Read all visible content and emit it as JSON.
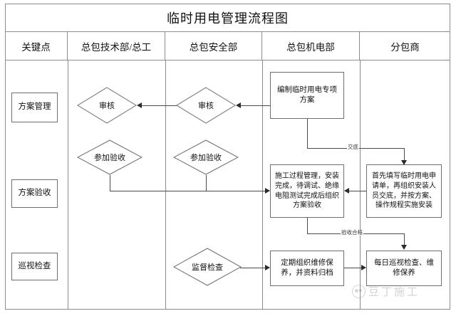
{
  "chart_data": {
    "type": "diagram",
    "title": "临时用电管理流程图",
    "lanes": [
      "关键点",
      "总包技术部/总工",
      "总包安全部",
      "总包机电部",
      "分包商"
    ],
    "nodes": [
      {
        "id": "kp1",
        "lane": "关键点",
        "shape": "rect",
        "label": "方案管理"
      },
      {
        "id": "kp2",
        "lane": "关键点",
        "shape": "rect",
        "label": "方案验收"
      },
      {
        "id": "kp3",
        "lane": "关键点",
        "shape": "rect",
        "label": "巡视检查"
      },
      {
        "id": "d1",
        "lane": "总包技术部/总工",
        "shape": "diamond",
        "label": "审核"
      },
      {
        "id": "d2",
        "lane": "总包技术部/总工",
        "shape": "diamond",
        "label": "参加验收"
      },
      {
        "id": "d3",
        "lane": "总包安全部",
        "shape": "diamond",
        "label": "审核"
      },
      {
        "id": "d4",
        "lane": "总包安全部",
        "shape": "diamond",
        "label": "参加验收"
      },
      {
        "id": "d5",
        "lane": "总包安全部",
        "shape": "diamond",
        "label": "监督检查"
      },
      {
        "id": "p1",
        "lane": "总包机电部",
        "shape": "rect",
        "label": "编制临时用电专项方案"
      },
      {
        "id": "p2",
        "lane": "总包机电部",
        "shape": "rect",
        "label": "施工过程管理，安装完成，待调试、绝缘电阻测试完成后组织方案验收"
      },
      {
        "id": "p3",
        "lane": "总包机电部",
        "shape": "rect",
        "label": "定期组织维修保养，并资料归档"
      },
      {
        "id": "s1",
        "lane": "分包商",
        "shape": "rect",
        "label": "首先填写临时用电申请单，再组织安装人员交底，并按方案、操作规程实施安装"
      },
      {
        "id": "s2",
        "lane": "分包商",
        "shape": "rect",
        "label": "每日巡视检查、维修保养"
      }
    ],
    "edges": [
      {
        "from": "p1",
        "to": "d3",
        "label": ""
      },
      {
        "from": "d3",
        "to": "d1",
        "label": ""
      },
      {
        "from": "p1",
        "to": "s1",
        "label": "交底"
      },
      {
        "from": "d2",
        "to": "p2",
        "label": ""
      },
      {
        "from": "d4",
        "to": "p2",
        "label": ""
      },
      {
        "from": "s1",
        "to": "p2",
        "label": ""
      },
      {
        "from": "p2",
        "to": "s2",
        "label": "验收合格"
      },
      {
        "from": "d5",
        "to": "p3",
        "label": ""
      },
      {
        "from": "p3",
        "to": "s2",
        "label": ""
      }
    ]
  },
  "title": "临时用电管理流程图",
  "header": {
    "col1": "关键点",
    "col2": "总包技术部/总工",
    "col3": "总包安全部",
    "col4": "总包机电部",
    "col5": "分包商"
  },
  "keypoints": {
    "plan_management": "方案管理",
    "plan_acceptance": "方案验收",
    "patrol_inspection": "巡视检查"
  },
  "tech": {
    "review": "审核",
    "join_acceptance": "参加验收"
  },
  "safety": {
    "review": "审核",
    "join_acceptance": "参加验收",
    "supervise_inspect": "监督检查"
  },
  "mech": {
    "make_plan": "编制临时用电专项方案",
    "construction_manage": "施工过程管理，安装完成，待调试、绝缘电阻测试完成后组织方案验收",
    "maintenance": "定期组织维修保养，并资料归档"
  },
  "subcontractor": {
    "apply_install": "首先填写临时用电申请单，再组织安装人员交底，并按方案、操作规程实施安装",
    "daily_patrol": "每日巡视检查、维修保养"
  },
  "edge_labels": {
    "disclosure": "交底",
    "acceptance_pass": "验收合格"
  },
  "watermark": {
    "text": "豆丁施工"
  }
}
